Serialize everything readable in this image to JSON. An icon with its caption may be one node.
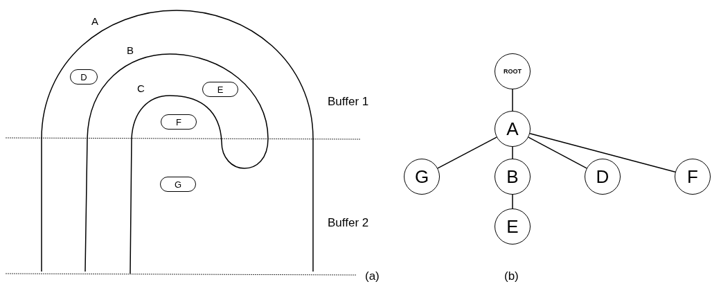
{
  "diagram": {
    "nodes": [
      {
        "text": [
          "D"
        ]
      },
      {
        "text": [
          "E"
        ]
      },
      {
        "text": [
          "F"
        ]
      },
      {
        "text": [
          "G"
        ]
      },
      {
        "text": [
          "ROOT"
        ]
      },
      {
        "text": [
          "A"
        ]
      },
      {
        "text": [
          "G"
        ]
      },
      {
        "text": [
          "B"
        ]
      },
      {
        "text": [
          "D"
        ]
      },
      {
        "text": [
          "F"
        ]
      },
      {
        "text": [
          "E"
        ]
      }
    ],
    "edges": [
      {
        "from": 4,
        "to": 5,
        "arrow": "none"
      },
      {
        "from": 5,
        "to": 6,
        "arrow": "none"
      },
      {
        "from": 5,
        "to": 7,
        "arrow": "none"
      },
      {
        "from": 5,
        "to": 8,
        "arrow": "none"
      },
      {
        "from": 5,
        "to": 9,
        "arrow": "none"
      },
      {
        "from": 7,
        "to": 10,
        "arrow": "none"
      }
    ],
    "labels": [
      "A",
      "B",
      "C",
      "Buffer 1",
      "Buffer 2",
      "(a)",
      "(b)"
    ]
  }
}
